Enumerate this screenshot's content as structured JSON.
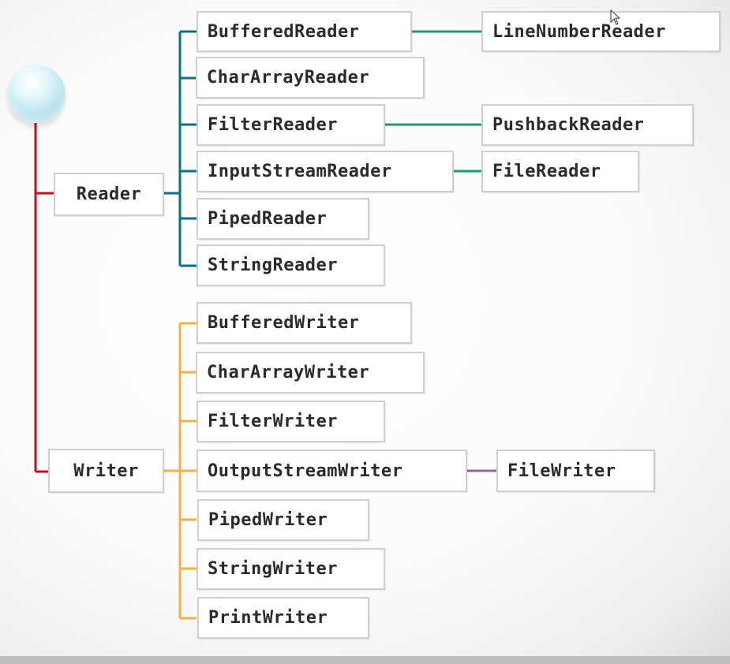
{
  "colors": {
    "root_line": "#c0121e",
    "reader_line": "#0c6f86",
    "reader_sub_line": "#1e9a6c",
    "writer_line": "#f0b14a",
    "writer_sub_line": "#8b6a9a"
  },
  "icons": {
    "root": "crystal-sphere-icon",
    "cursor": "mouse-pointer-icon"
  },
  "reader": {
    "label": "Reader",
    "children": [
      "BufferedReader",
      "CharArrayReader",
      "FilterReader",
      "InputStreamReader",
      "PipedReader",
      "StringReader"
    ],
    "subclasses": {
      "BufferedReader": "LineNumberReader",
      "FilterReader": "PushbackReader",
      "InputStreamReader": "FileReader"
    }
  },
  "writer": {
    "label": "Writer",
    "children": [
      "BufferedWriter",
      "CharArrayWriter",
      "FilterWriter",
      "OutputStreamWriter",
      "PipedWriter",
      "StringWriter",
      "PrintWriter"
    ],
    "subclasses": {
      "OutputStreamWriter": "FileWriter"
    }
  }
}
